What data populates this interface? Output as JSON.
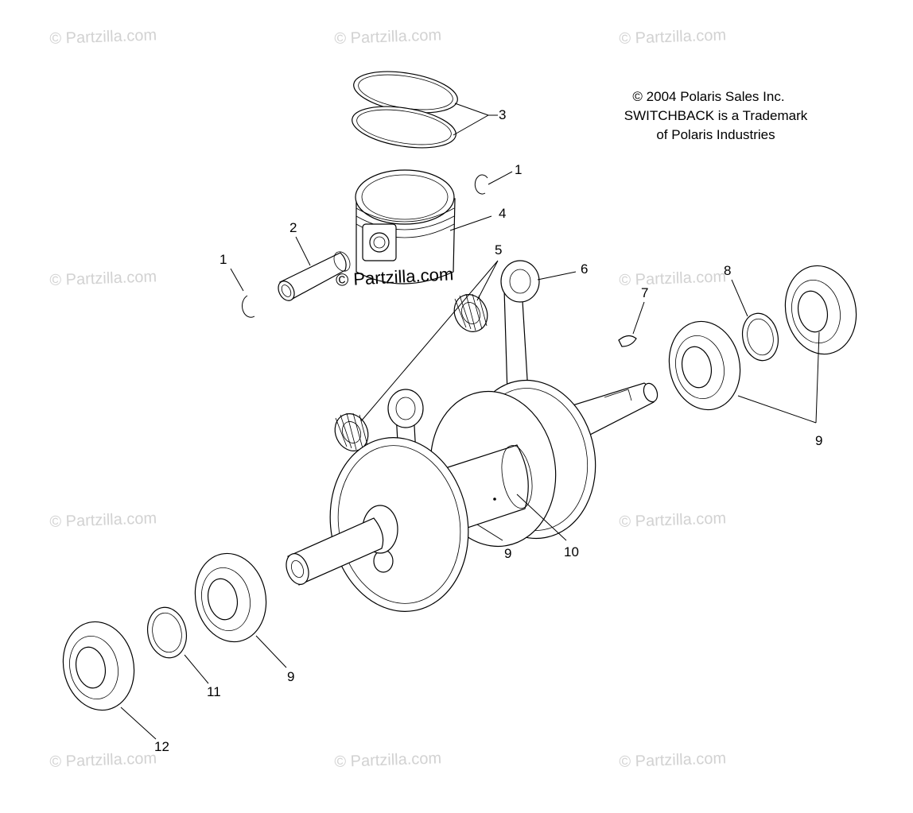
{
  "watermark": {
    "text": "© Partzilla.com"
  },
  "center_watermark": "© Partzilla.com",
  "copyright": {
    "line1": "© 2004 Polaris Sales Inc.",
    "line2": "SWITCHBACK is a Trademark",
    "line3": "of Polaris Industries"
  },
  "callouts": {
    "c1_top": "1",
    "c1_left": "1",
    "c2": "2",
    "c3": "3",
    "c4": "4",
    "c5": "5",
    "c6": "6",
    "c7": "7",
    "c8": "8",
    "c9_right": "9",
    "c9_center": "9",
    "c9_bottom": "9",
    "c10": "10",
    "c11": "11",
    "c12": "12"
  }
}
